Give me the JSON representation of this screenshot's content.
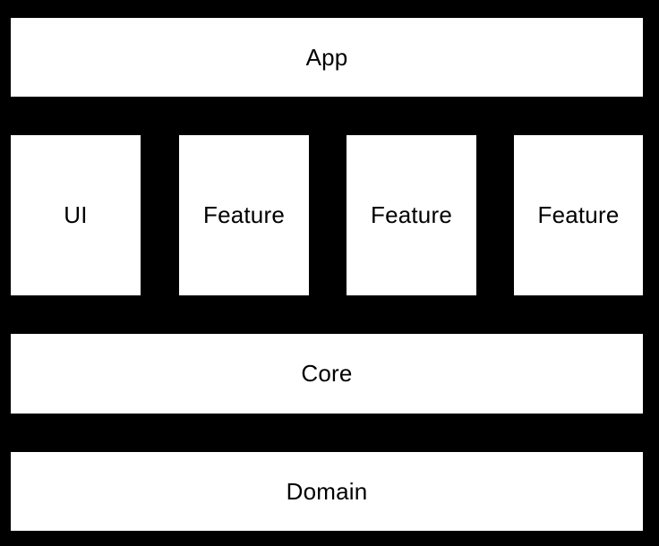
{
  "layers": {
    "app": "App",
    "middle": [
      "UI",
      "Feature",
      "Feature",
      "Feature"
    ],
    "core": "Core",
    "domain": "Domain"
  },
  "colors": {
    "background": "#000000",
    "box": "#ffffff",
    "text": "#000000"
  }
}
